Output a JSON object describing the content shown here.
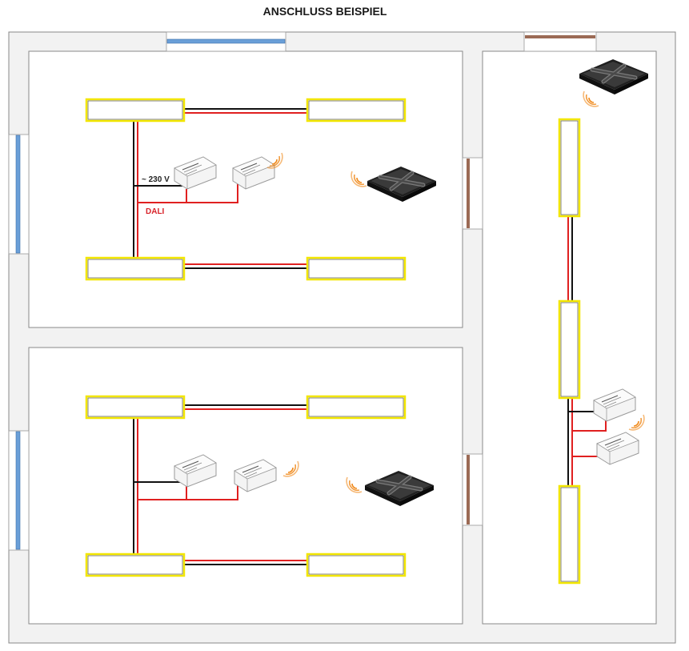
{
  "title": "ANSCHLUSS BEISPIEL",
  "labels": {
    "voltage": "~ 230 V",
    "dali": "DALI"
  },
  "colors": {
    "wall": "#f2f2f2",
    "wall_outline": "#888888",
    "luminaire_border": "#f2e600",
    "wire_power": "#111111",
    "wire_dali": "#e02020",
    "window": "#6a9fd8",
    "door": "#9b6a55",
    "wireless_signal": "#f08a1c",
    "switch_body": "#2e2e2e"
  },
  "rooms": [
    {
      "name": "room-top-left",
      "luminaires": 4,
      "has_driver": true,
      "has_receiver": true,
      "has_wireless_switch": true
    },
    {
      "name": "room-bottom-left",
      "luminaires": 4,
      "has_driver": true,
      "has_receiver": true,
      "has_wireless_switch": true
    },
    {
      "name": "room-right",
      "luminaires": 3,
      "has_driver": true,
      "has_receiver": true,
      "has_wireless_switch": true
    }
  ]
}
